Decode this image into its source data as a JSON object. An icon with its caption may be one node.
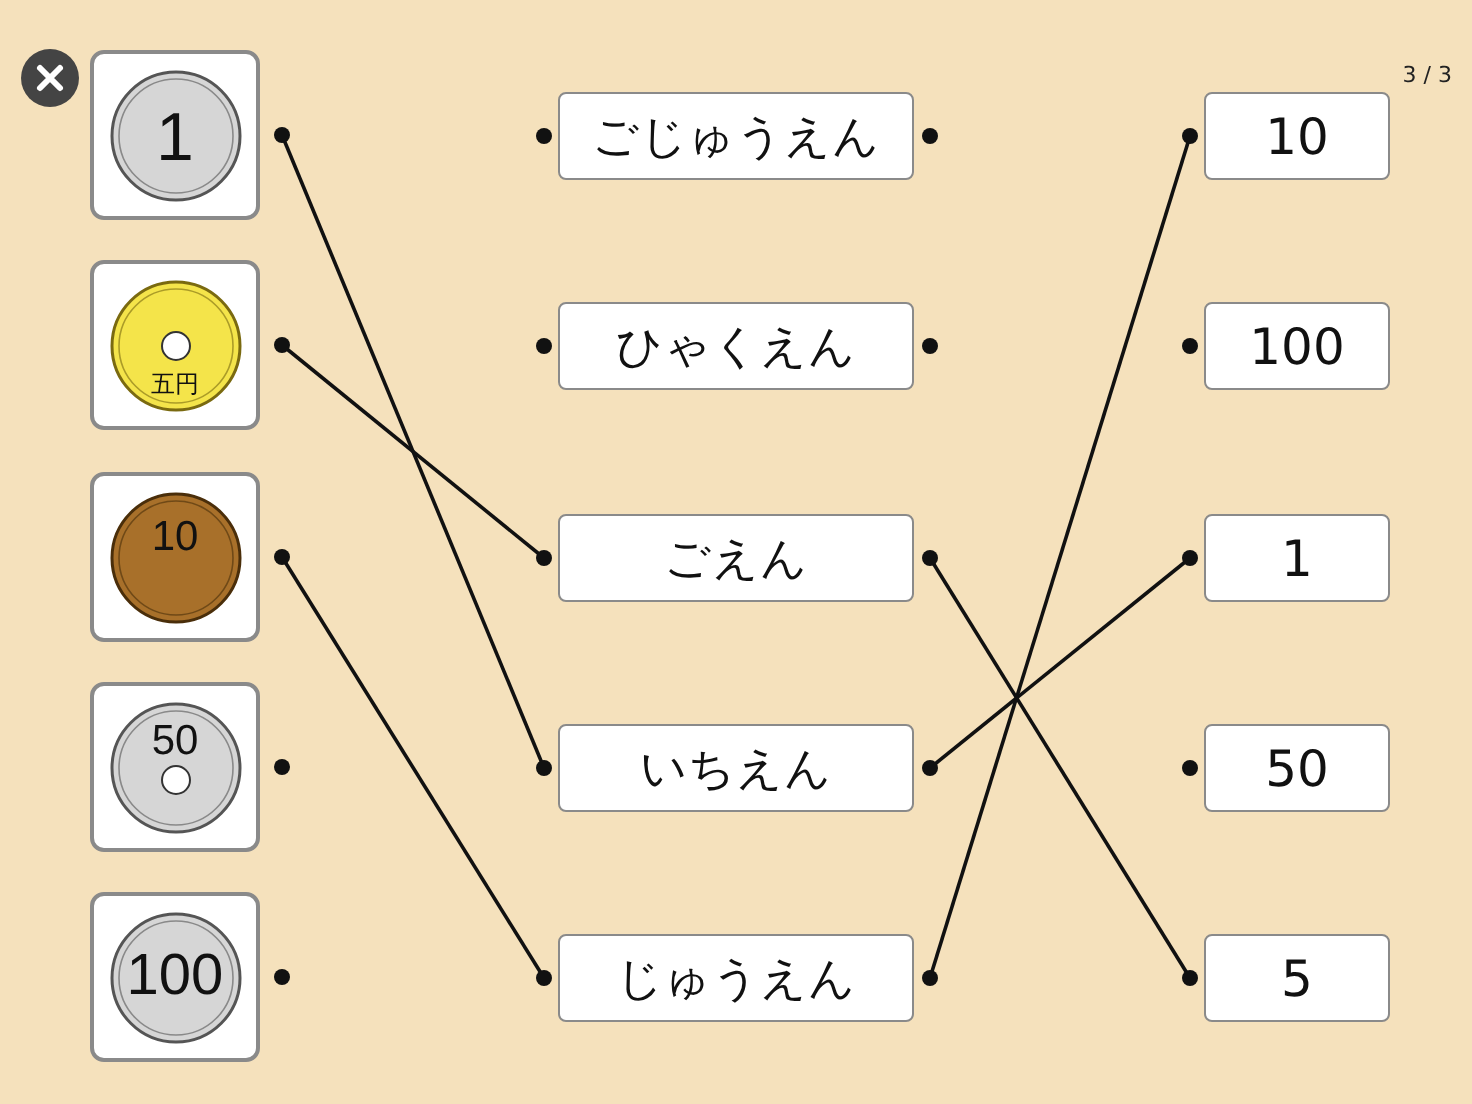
{
  "diagram": {
    "nodes": [
      {
        "text": [
          "1"
        ]
      },
      {
        "text": [
          "五円"
        ]
      },
      {
        "text": [
          "10"
        ]
      },
      {
        "text": [
          "50"
        ]
      },
      {
        "text": [
          "100"
        ]
      },
      {
        "text": [
          "ごじゅうえん"
        ]
      },
      {
        "text": [
          "ひゃくえん"
        ]
      },
      {
        "text": [
          "ごえん"
        ]
      },
      {
        "text": [
          "いちえん"
        ]
      },
      {
        "text": [
          "じゅうえん"
        ]
      },
      {
        "text": [
          "10"
        ]
      },
      {
        "text": [
          "100"
        ]
      },
      {
        "text": [
          "1"
        ]
      },
      {
        "text": [
          "50"
        ]
      },
      {
        "text": [
          "5"
        ]
      }
    ],
    "edges": [
      {
        "from": 0,
        "to": 8,
        "arrow": "other"
      },
      {
        "from": 1,
        "to": 7,
        "arrow": "other"
      },
      {
        "from": 2,
        "to": 9,
        "arrow": "other"
      },
      {
        "from": 7,
        "to": 14,
        "arrow": "other"
      },
      {
        "from": 8,
        "to": 12,
        "arrow": "other"
      },
      {
        "from": 9,
        "to": 10,
        "arrow": "other"
      }
    ],
    "labels": [
      "3 / 3"
    ]
  }
}
